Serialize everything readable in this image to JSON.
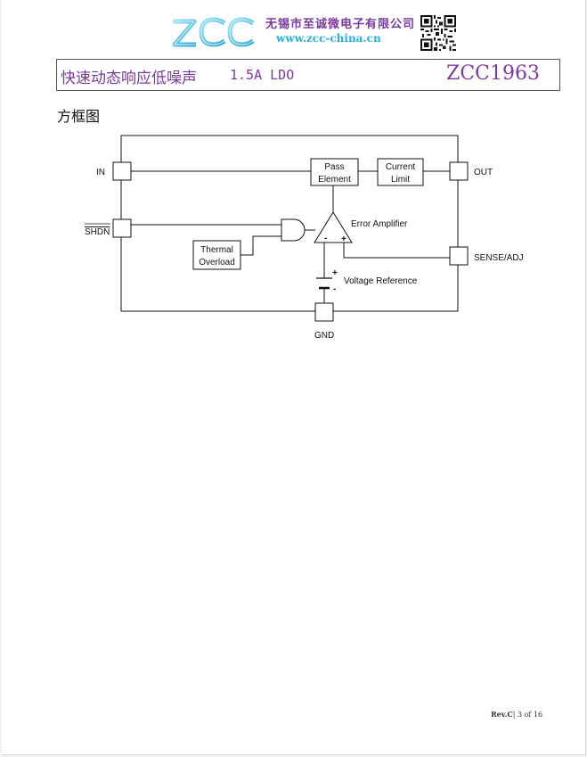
{
  "header": {
    "logo_text": "ZCC",
    "company_name": "无锡市至诚微电子有限公司",
    "company_url": "www.zcc-china.cn"
  },
  "title": {
    "description": "快速动态响应低噪声",
    "subtitle": "1.5A LDO",
    "part_number": "ZCC1963"
  },
  "section": {
    "heading": "方框图"
  },
  "diagram": {
    "pins": {
      "in": "IN",
      "shdn": "SHDN",
      "out": "OUT",
      "sense": "SENSE/ADJ",
      "gnd": "GND"
    },
    "blocks": {
      "pass_line1": "Pass",
      "pass_line2": "Element",
      "current_line1": "Current",
      "current_line2": "Limit",
      "thermal_line1": "Thermal",
      "thermal_line2": "Overload"
    },
    "labels": {
      "error_amp": "Error Amplifier",
      "vref": "Voltage Reference",
      "minus": "-",
      "plus": "+",
      "ref_plus": "+",
      "ref_minus": "-"
    }
  },
  "footer": {
    "rev": "Rev.C",
    "sep": "|",
    "page": "3 of 16"
  },
  "colors": {
    "brand_purple": "#7a3aa0",
    "brand_cyan": "#2bb0d8"
  }
}
